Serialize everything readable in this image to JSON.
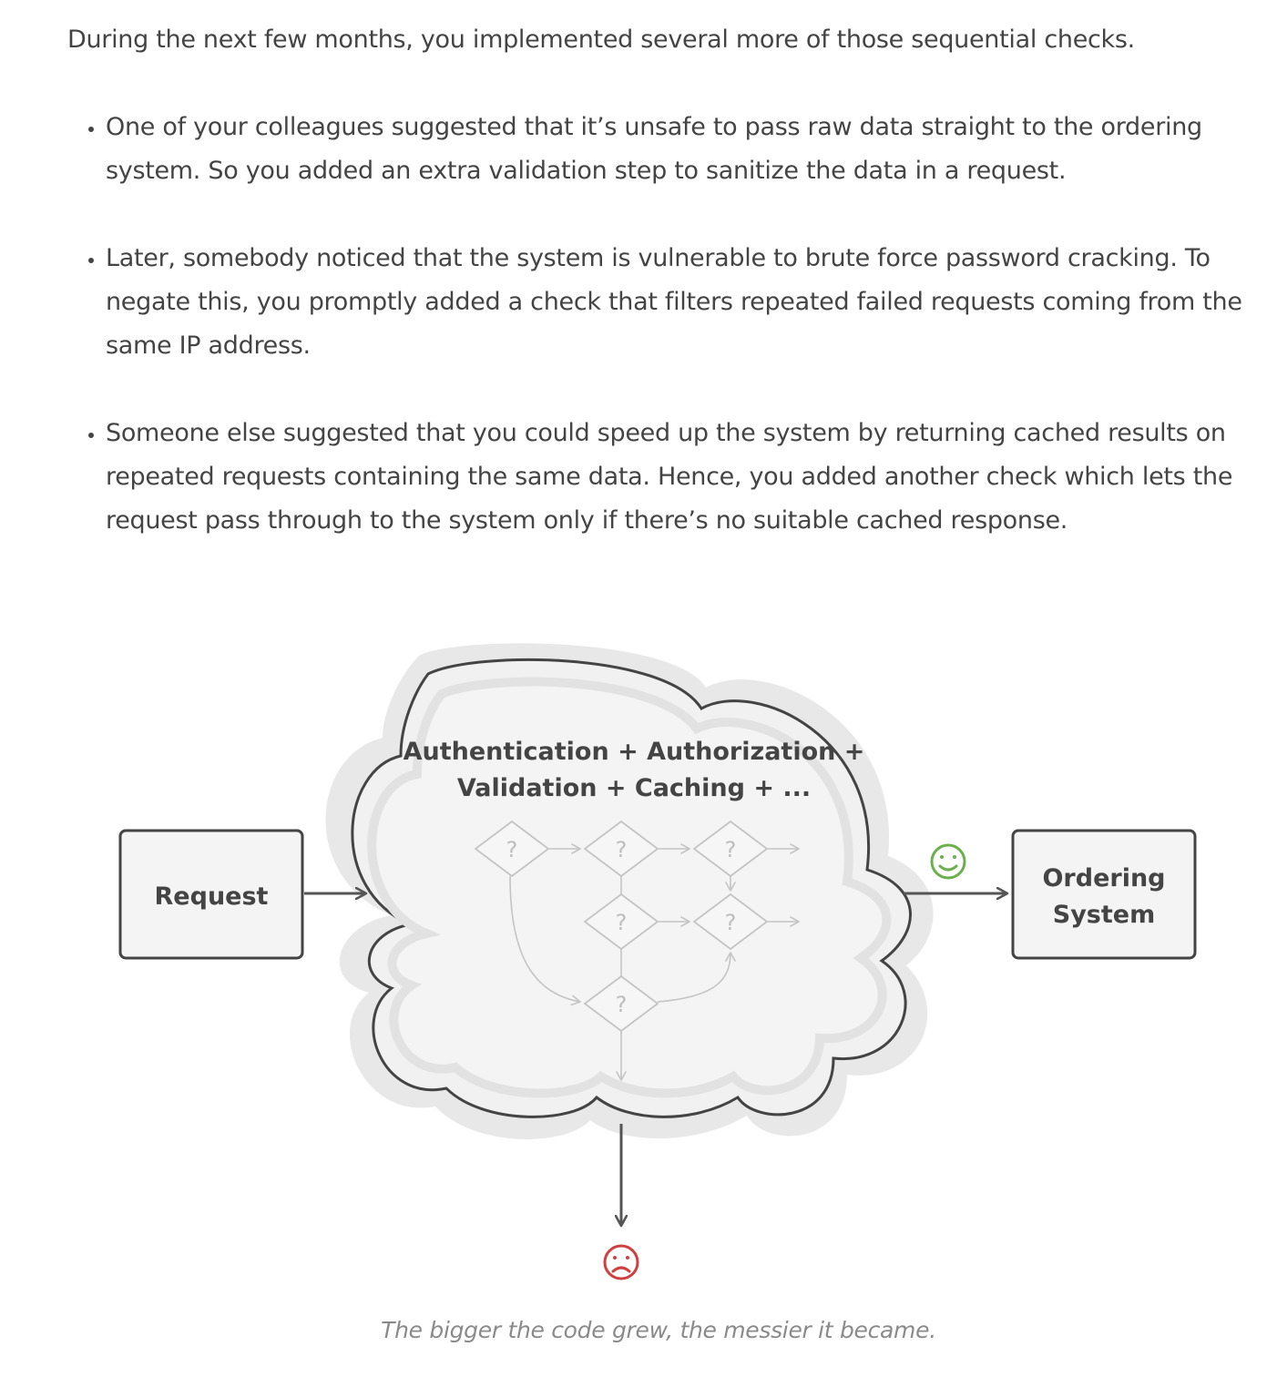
{
  "intro": "During the next few months, you implemented several more of those sequential checks.",
  "bullets": [
    "One of your colleagues suggested that it’s unsafe to pass raw data straight to the ordering system. So you added an extra validation step to sanitize the data in a request.",
    "Later, somebody noticed that the system is vulnerable to brute force password cracking. To negate this, you promptly added a check that filters repeated failed requests coming from the same IP address.",
    "Someone else suggested that you could speed up the system by returning cached results on repeated requests containing the same data. Hence, you added another check which lets the request pass through to the system only if there’s no suitable cached response."
  ],
  "diagram": {
    "request_label": "Request",
    "cloud_line1": "Authentication + Authorization +",
    "cloud_line2": "Validation + Caching + ...",
    "ordering_line1": "Ordering",
    "ordering_line2": "System",
    "decision_symbol": "?",
    "colors": {
      "success": "#6ab04c",
      "failure": "#d04040",
      "stroke": "#444444"
    }
  },
  "caption": "The bigger the code grew, the messier it became."
}
